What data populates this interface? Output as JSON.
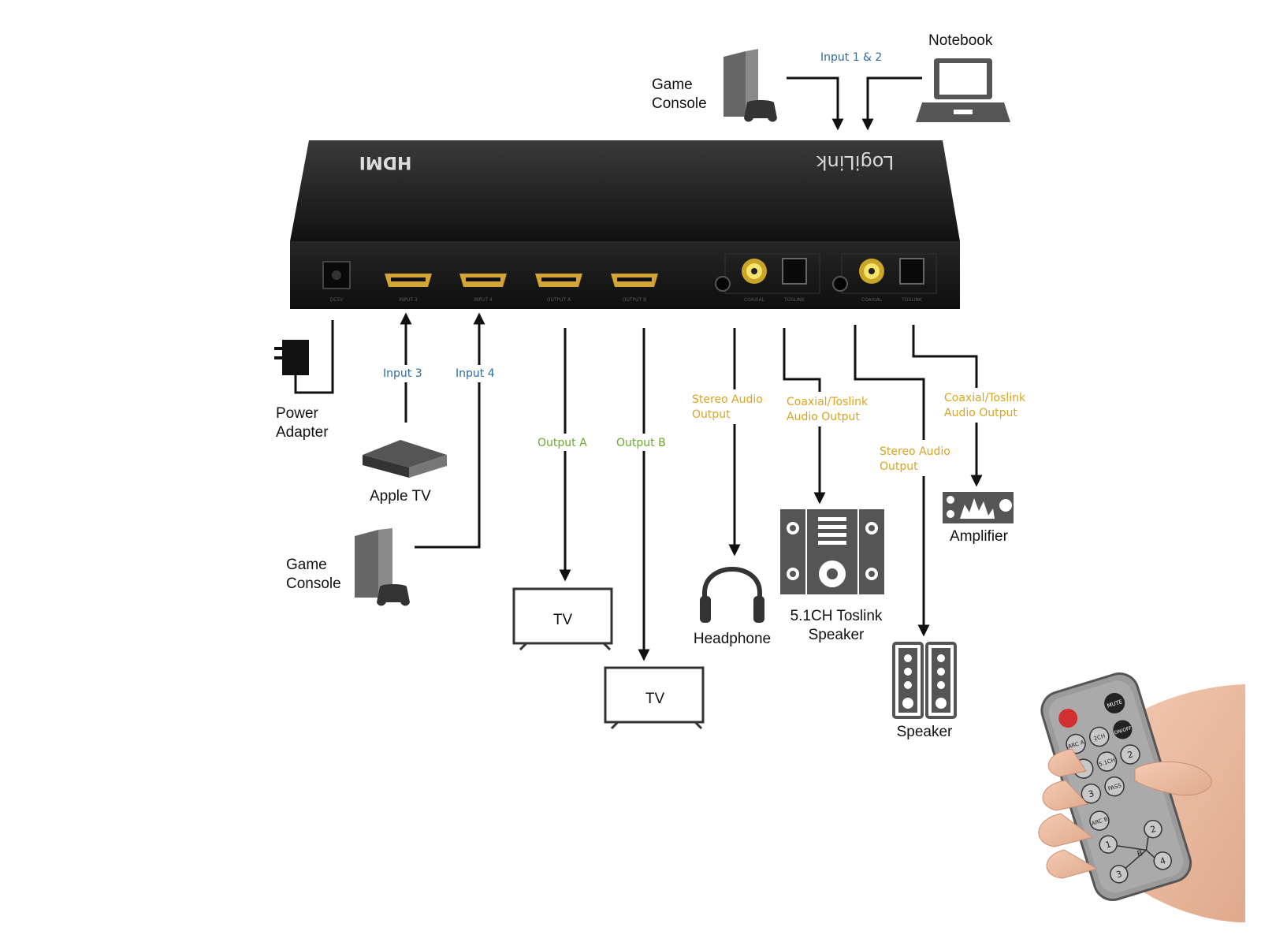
{
  "device": {
    "brand": "LogiLink",
    "hdmi_logo": "HDMI",
    "port_labels": [
      "DC5V",
      "INPUT 3",
      "INPUT 4",
      "OUTPUT A",
      "OUTPUT B",
      "COAXIAL",
      "TOSLINK",
      "COAXIAL",
      "TOSLINK"
    ]
  },
  "labels": {
    "notebook": "Notebook",
    "game_console_top_1": "Game",
    "game_console_top_2": "Console",
    "input_1_2": "Input 1 & 2",
    "power_adapter_1": "Power",
    "power_adapter_2": "Adapter",
    "input_3": "Input 3",
    "input_4": "Input 4",
    "apple_tv": "Apple TV",
    "game_console_bottom_1": "Game",
    "game_console_bottom_2": "Console",
    "output_a": "Output A",
    "output_b": "Output B",
    "tv_a": "TV",
    "tv_b": "TV",
    "stereo_audio_output_1_a": "Stereo Audio",
    "stereo_audio_output_1_b": "Output",
    "coax_toslink_1_a": "Coaxial/Toslink",
    "coax_toslink_1_b": "Audio Output",
    "stereo_audio_output_2_a": "Stereo Audio",
    "stereo_audio_output_2_b": "Output",
    "coax_toslink_2_a": "Coaxial/Toslink",
    "coax_toslink_2_b": "Audio Output",
    "headphone": "Headphone",
    "speaker51_1": "5.1CH Toslink",
    "speaker51_2": "Speaker",
    "amplifier": "Amplifier",
    "speaker": "Speaker"
  },
  "remote": {
    "buttons": [
      "MUTE",
      "ARC A",
      "2CH",
      "ON/OFF",
      "1",
      "5.1CH",
      "2",
      "3",
      "PASS",
      "ARC B",
      "1",
      "2",
      "3",
      "4",
      "B"
    ]
  },
  "colors": {
    "input_label": "#2e6aa0",
    "output_label": "#6aaa2a",
    "audio_label": "#d9a520",
    "device_body": "#1c1c1c",
    "hdmi_gold": "#d4a437"
  }
}
